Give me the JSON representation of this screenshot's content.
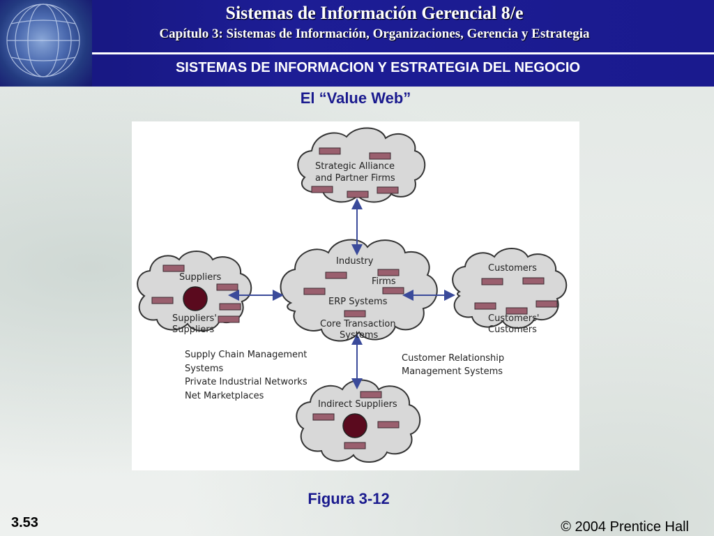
{
  "header": {
    "title": "Sistemas de Información Gerencial 8/e",
    "subtitle": "Capítulo 3: Sistemas de Información, Organizaciones, Gerencia y Estrategia",
    "section_title": "SISTEMAS DE INFORMACION Y ESTRATEGIA DEL  NEGOCIO"
  },
  "diagram": {
    "title": "El “Value Web”",
    "clouds": {
      "top": {
        "line1": "Strategic Alliance",
        "line2": "and Partner Firms"
      },
      "center": {
        "industry": "Industry",
        "firms": "Firms",
        "erp": "ERP Systems",
        "core1": "Core Transaction",
        "core2": "Systems"
      },
      "left": {
        "suppliers": "Suppliers",
        "ss1": "Suppliers'",
        "ss2": "Suppliers"
      },
      "right": {
        "customers": "Customers",
        "cc1": "Customers'",
        "cc2": "Customers"
      },
      "bottom": {
        "indirect": "Indirect Suppliers"
      }
    },
    "left_notes": [
      "Supply Chain Management",
      "Systems",
      "Private Industrial Networks",
      "Net Marketplaces"
    ],
    "right_notes": [
      "Customer Relationship",
      "Management Systems"
    ],
    "colors": {
      "cloud_fill": "#d8d8d8",
      "cloud_stroke": "#333333",
      "box_fill": "#9a5f6e",
      "circle_fill": "#5a0a1e",
      "arrow": "#3a4a9a"
    }
  },
  "figure_caption": "Figura 3-12",
  "footer": {
    "slide_number": "3.53",
    "copyright": "© 2004 Prentice Hall"
  }
}
